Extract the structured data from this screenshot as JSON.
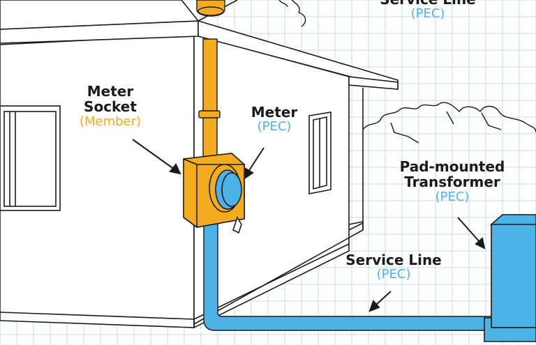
{
  "colors": {
    "member": "#f5ab1f",
    "pec": "#4db3e6",
    "ink": "#1a1a1a",
    "grid": "#c7dbe8"
  },
  "labels": {
    "service_line_top": {
      "title": "Service Line",
      "sub": "(PEC)"
    },
    "meter_socket": {
      "title_line1": "Meter",
      "title_line2": "Socket",
      "sub": "(Member)"
    },
    "meter": {
      "title": "Meter",
      "sub": "(PEC)"
    },
    "pad_transformer": {
      "title_line1": "Pad-mounted",
      "title_line2": "Transformer",
      "sub": "(PEC)"
    },
    "service_line_bottom": {
      "title": "Service Line",
      "sub": "(PEC)"
    }
  }
}
